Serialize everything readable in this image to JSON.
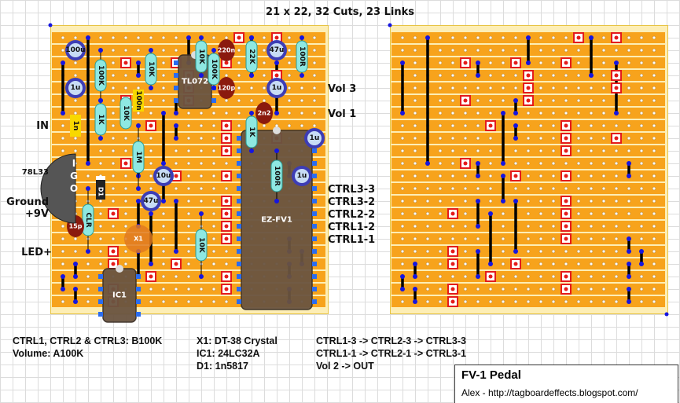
{
  "header": {
    "title": "21 x 22, 32 Cuts, 23 Links"
  },
  "colors": {
    "strip": "#f7a31c",
    "board": "#fdeeb5",
    "link": "#000000",
    "cut": "#e41b1b",
    "resistor": "#8ee8e2",
    "cap_elec": "#3d3db5",
    "cap_ceramic": "#8b1a0e",
    "ic": "#6a5440",
    "film_cap": "#f8d800"
  },
  "board": {
    "columns": 21,
    "strips": 22
  },
  "left_labels": [
    {
      "id": "in",
      "text": "IN"
    },
    {
      "id": "regulator",
      "text": "78L33"
    },
    {
      "id": "ground",
      "text": "Ground"
    },
    {
      "id": "v9",
      "text": "+9V"
    },
    {
      "id": "led",
      "text": "LED+"
    }
  ],
  "right_labels": [
    {
      "id": "vol3",
      "text": "Vol 3"
    },
    {
      "id": "vol1",
      "text": "Vol 1"
    },
    {
      "id": "ctrl33",
      "text": "CTRL3-3"
    },
    {
      "id": "ctrl32",
      "text": "CTRL3-2"
    },
    {
      "id": "ctrl22",
      "text": "CTRL2-2"
    },
    {
      "id": "ctrl12",
      "text": "CTRL1-2"
    },
    {
      "id": "ctrl11",
      "text": "CTRL1-1"
    }
  ],
  "components": {
    "resistors": [
      "100K",
      "10K",
      "1K",
      "10K",
      "1M",
      "10K",
      "100K",
      "22K",
      "100R",
      "1K",
      "100R",
      "10K",
      "CLR"
    ],
    "caps_elec": [
      "100u",
      "1u",
      "10u",
      "47u",
      "47u",
      "1u",
      "1u",
      "1u"
    ],
    "caps_ceramic": [
      "220n",
      "120p",
      "2n2",
      "15p"
    ],
    "film_caps": [
      "1n",
      "100n"
    ],
    "ics": [
      "TL072",
      "EZ-FV1",
      "IC1"
    ],
    "regulator_pins": [
      "I",
      "G",
      "O"
    ],
    "diode": "D1",
    "crystal": "X1"
  },
  "notes": {
    "col1": [
      "CTRL1, CTRL2 & CTRL3: B100K",
      "Volume: A100K"
    ],
    "col2": [
      "X1: DT-38 Crystal",
      "IC1: 24LC32A",
      "D1: 1n5817"
    ],
    "col3": [
      "CTRL1-3 -> CTRL2-3 -> CTRL3-3",
      "CTRL1-1 -> CTRL2-1 -> CTRL3-1",
      "Vol 2 -> OUT"
    ]
  },
  "info": {
    "title": "FV-1 Pedal",
    "subtitle": "Alex - http://tagboardeffects.blogspot.com/"
  },
  "cuts": [
    [
      14,
      0
    ],
    [
      17,
      0
    ],
    [
      5,
      2
    ],
    [
      9,
      2
    ],
    [
      13,
      2
    ],
    [
      10,
      3
    ],
    [
      17,
      3
    ],
    [
      10,
      4
    ],
    [
      17,
      4
    ],
    [
      5,
      5
    ],
    [
      10,
      5
    ],
    [
      7,
      7
    ],
    [
      13,
      7
    ],
    [
      13,
      8
    ],
    [
      17,
      8
    ],
    [
      13,
      9
    ],
    [
      5,
      10
    ],
    [
      9,
      11
    ],
    [
      13,
      11
    ],
    [
      13,
      13
    ],
    [
      4,
      14
    ],
    [
      13,
      14
    ],
    [
      13,
      15
    ],
    [
      13,
      16
    ],
    [
      4,
      17
    ],
    [
      4,
      18
    ],
    [
      9,
      18
    ],
    [
      7,
      19
    ],
    [
      13,
      19
    ],
    [
      4,
      20
    ],
    [
      13,
      20
    ],
    [
      4,
      21
    ]
  ],
  "links": [
    [
      0,
      2,
      6
    ],
    [
      2,
      0,
      10
    ],
    [
      6,
      2,
      3
    ],
    [
      8,
      6,
      10
    ],
    [
      9,
      5,
      6
    ],
    [
      9,
      7,
      8
    ],
    [
      10,
      0,
      2
    ],
    [
      15,
      0,
      3
    ],
    [
      17,
      2,
      6
    ],
    [
      6,
      10,
      11
    ],
    [
      8,
      11,
      13
    ],
    [
      6,
      13,
      15
    ],
    [
      7,
      14,
      18
    ],
    [
      9,
      13,
      17
    ],
    [
      6,
      17,
      19
    ],
    [
      1,
      18,
      19
    ],
    [
      0,
      19,
      20
    ],
    [
      1,
      20,
      21
    ],
    [
      18,
      10,
      11
    ],
    [
      18,
      16,
      17
    ],
    [
      19,
      17,
      18
    ],
    [
      18,
      18,
      19
    ],
    [
      18,
      20,
      21
    ]
  ]
}
